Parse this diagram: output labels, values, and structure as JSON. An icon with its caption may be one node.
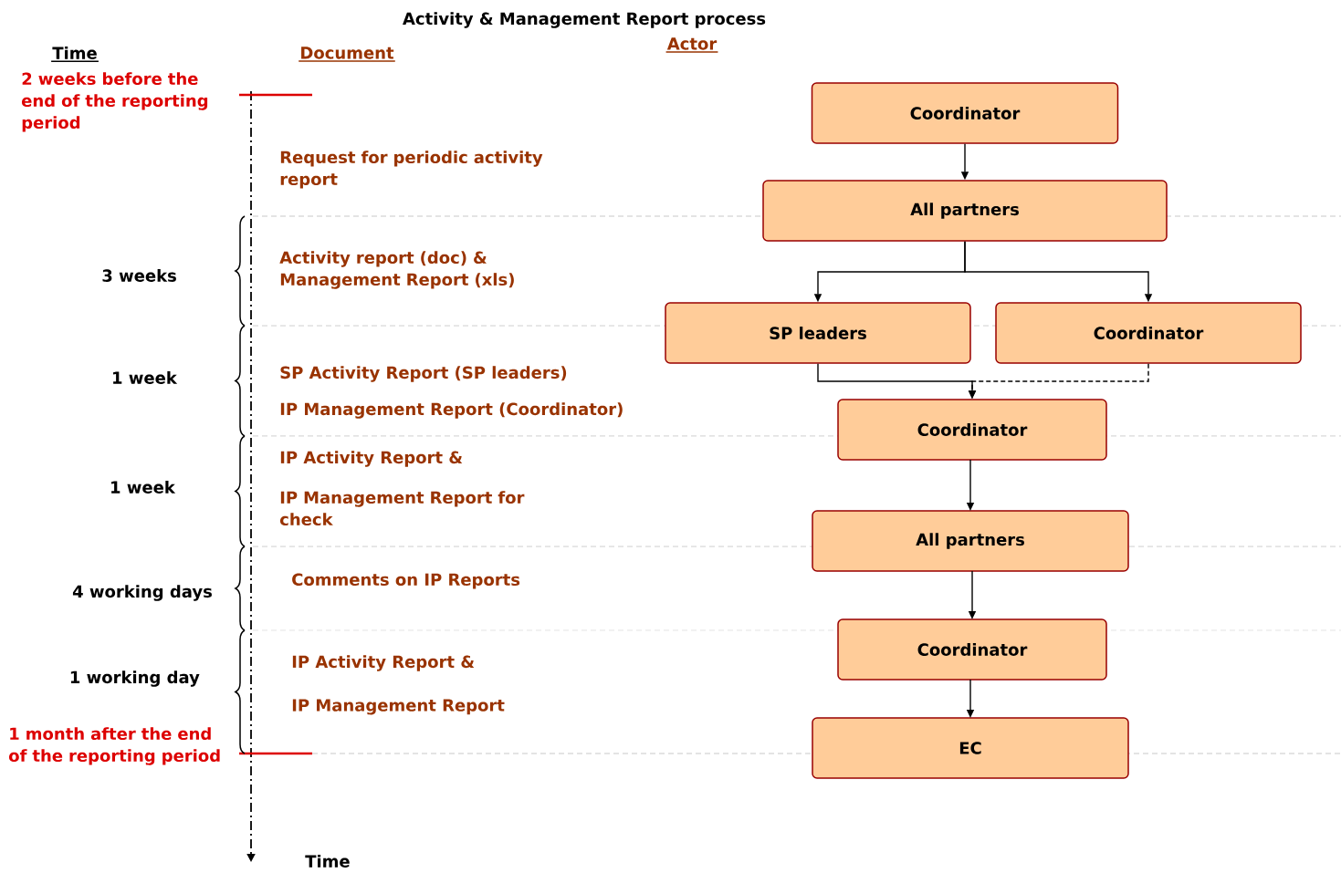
{
  "diagram": {
    "title": "Activity & Management Report process",
    "nodes": [
      {
        "text": [
          "Coordinator"
        ]
      },
      {
        "text": [
          "All partners"
        ]
      },
      {
        "text": [
          "SP leaders"
        ]
      },
      {
        "text": [
          "Coordinator"
        ]
      },
      {
        "text": [
          "Coordinator"
        ]
      },
      {
        "text": [
          "All partners"
        ]
      },
      {
        "text": [
          "Coordinator"
        ]
      },
      {
        "text": [
          "EC"
        ]
      }
    ],
    "edges": [
      {
        "from": 0,
        "to": 1,
        "arrow": "to"
      },
      {
        "from": 1,
        "to": 2,
        "arrow": "to"
      },
      {
        "from": 1,
        "to": 3,
        "arrow": "to"
      },
      {
        "from": 2,
        "to": 4,
        "arrow": "to"
      },
      {
        "from": 3,
        "to": 4,
        "arrow": "to",
        "style": "dashed"
      },
      {
        "from": 4,
        "to": 5,
        "arrow": "to"
      },
      {
        "from": 5,
        "to": 6,
        "arrow": "to"
      },
      {
        "from": 6,
        "to": 7,
        "arrow": "to"
      }
    ],
    "labels": [
      "Time",
      "Document",
      "Actor",
      "2 weeks before the end of the reporting period",
      "Request for periodic activity report",
      "3 weeks",
      "Activity report (doc) & Management Report (xls)",
      "1 week",
      "SP Activity Report (SP leaders)",
      "IP Management Report (Coordinator)",
      "1 week",
      "IP Activity Report &",
      "IP Management Report for check",
      "4 working days",
      "Comments on IP Reports",
      "1 working day",
      "IP Activity Report &",
      "IP Management Report",
      "1 month after the end of the reporting period",
      "Time"
    ]
  }
}
